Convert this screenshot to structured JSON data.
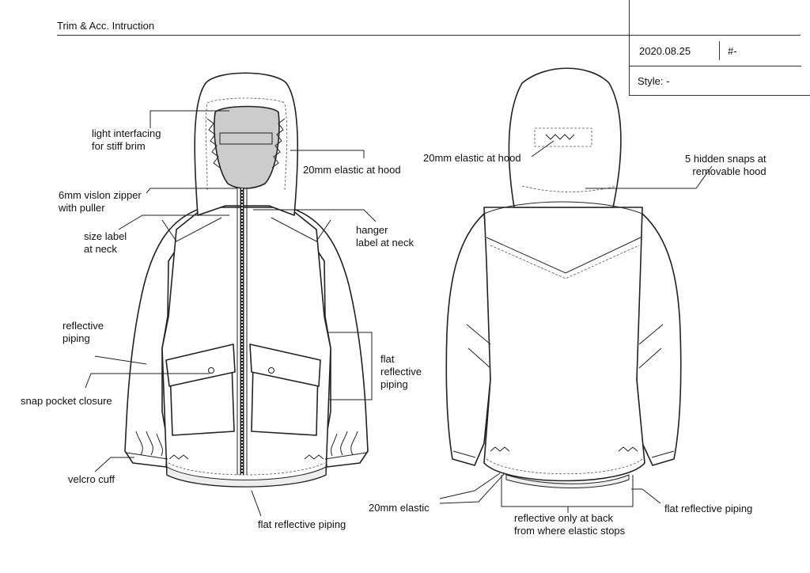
{
  "header": {
    "title": "Trim & Acc. Intruction",
    "date": "2020.08.25",
    "number": "#-",
    "style": "Style: -"
  },
  "front_labels": {
    "interfacing": "light interfacing\nfor stiff brim",
    "elastic_hood": "20mm elastic at hood",
    "zipper": "6mm vislon zipper\nwith puller",
    "size_label": "size label\nat neck",
    "hanger_label": "hanger\nlabel at neck",
    "reflective_piping": "reflective\npiping",
    "flat_piping_side": "flat\nreflective\npiping",
    "snap_pocket": "snap pocket closure",
    "velcro_cuff": "velcro cuff",
    "flat_piping_hem": "flat reflective piping"
  },
  "back_labels": {
    "elastic_hood": "20mm elastic at hood",
    "hidden_snaps": "5 hidden snaps at\nremovable hood",
    "elastic_20": "20mm elastic",
    "reflective_back": "reflective only at back\nfrom where elastic stops",
    "flat_piping": "flat reflective piping"
  }
}
